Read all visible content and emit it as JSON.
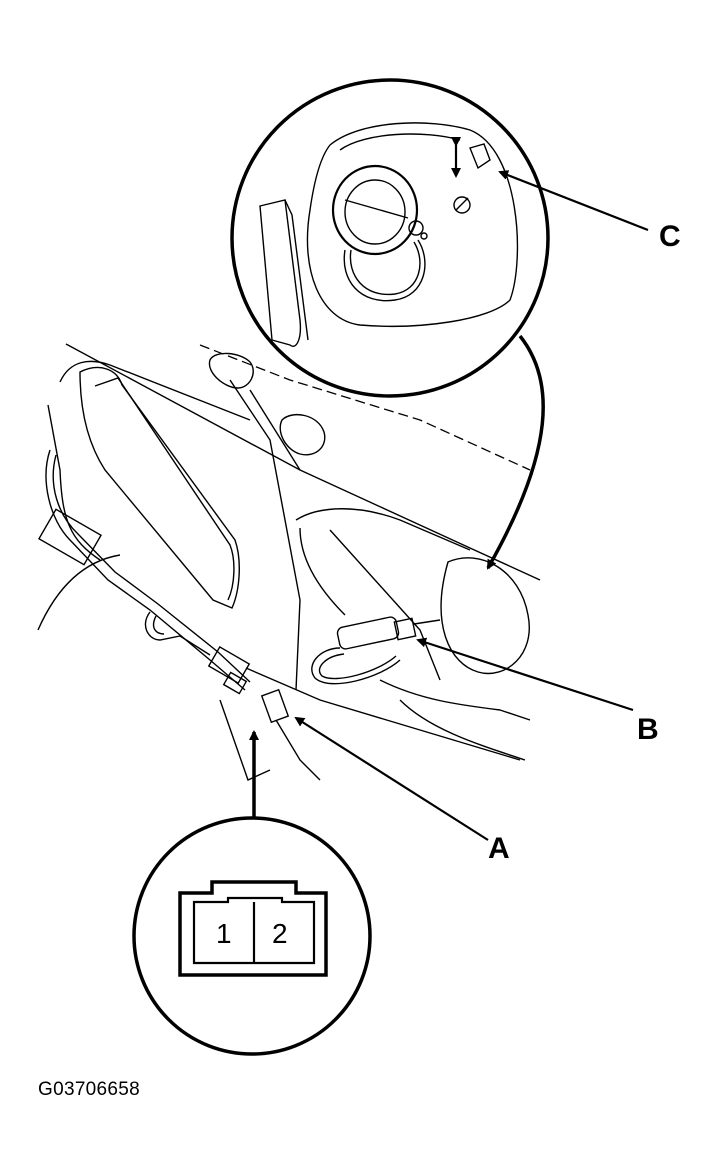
{
  "callouts": {
    "a": "A",
    "b": "B",
    "c": "C"
  },
  "connector": {
    "pin1": "1",
    "pin2": "2"
  },
  "figure_code": "G03706658"
}
